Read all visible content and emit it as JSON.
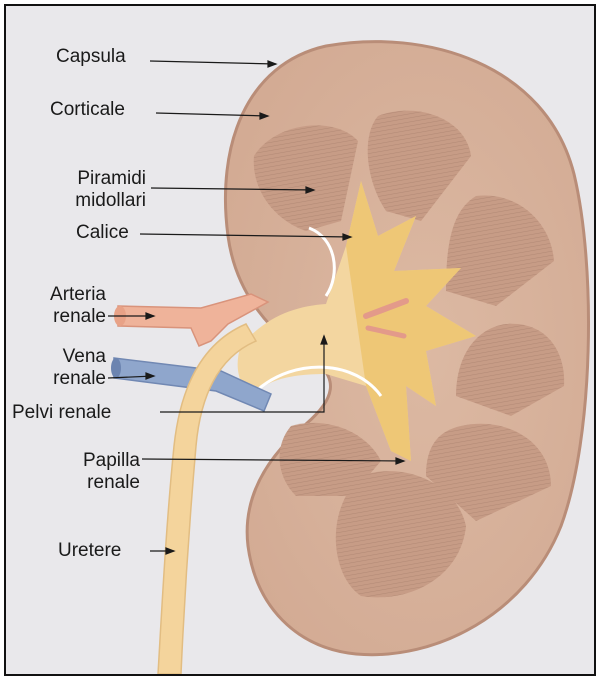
{
  "labels": {
    "capsula": "Capsula",
    "corticale": "Corticale",
    "piramidi": [
      "Piramidi",
      "midollari"
    ],
    "calice": "Calice",
    "arteria": [
      "Arteria",
      "renale"
    ],
    "vena": [
      "Vena",
      "renale"
    ],
    "pelvi": "Pelvi renale",
    "papilla": [
      "Papilla",
      "renale"
    ],
    "uretere": "Uretere"
  },
  "colors": {
    "background": "#e9e8eb",
    "cortex": "#d9b59f",
    "capsule_edge": "#b98d78",
    "medulla_pyramid": "#c79c86",
    "pelvis": "#f3d6a0",
    "calyx": "#ecc168",
    "ureter": "#f4d49c",
    "artery": "#efb39a",
    "vein": "#8fa6cc",
    "pointer_line": "#1a1a1a"
  }
}
